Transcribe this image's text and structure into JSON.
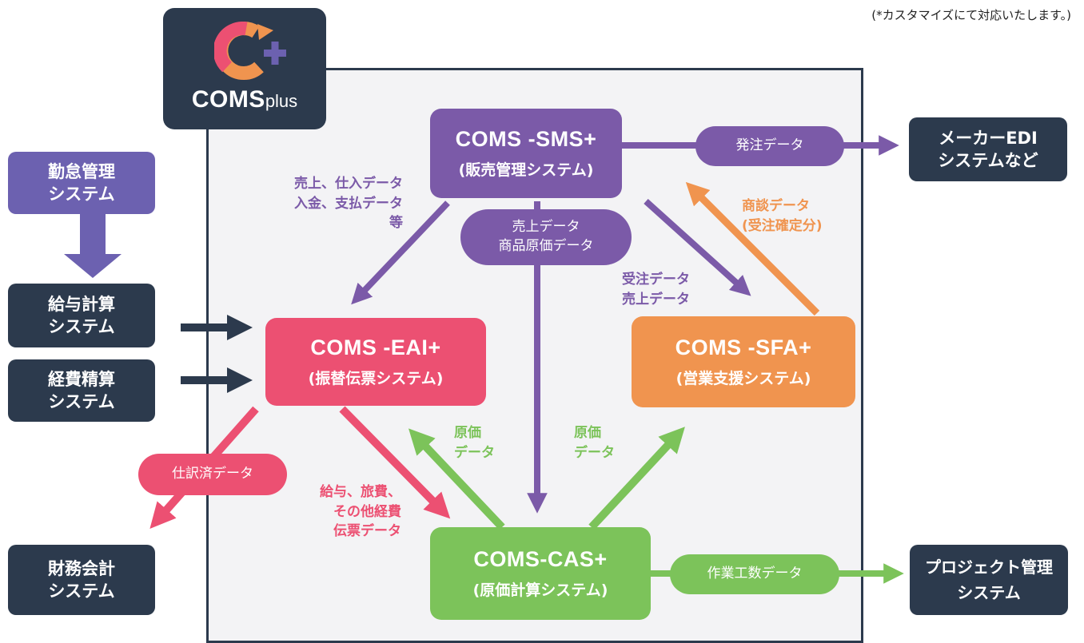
{
  "note": "(*カスタマイズにて対応いたします。)",
  "logo": {
    "main": "COMS",
    "suffix": "plus"
  },
  "colors": {
    "dark": "#2c3a4d",
    "purple": "#7b5aa8",
    "pink": "#ec5072",
    "orange": "#f0944f",
    "green": "#7cc35a",
    "blue_purple": "#6c61b0",
    "frame_bg": "#f3f3f5"
  },
  "external": {
    "attendance": [
      "勤怠管理",
      "システム"
    ],
    "payroll": [
      "給与計算",
      "システム"
    ],
    "expense": [
      "経費精算",
      "システム"
    ],
    "accounting": [
      "財務会計",
      "システム"
    ],
    "maker_edi": [
      "メーカーEDI",
      "システムなど"
    ],
    "project": [
      "プロジェクト管理",
      "システム"
    ]
  },
  "systems": {
    "sms": {
      "title": "COMS -SMS+",
      "subtitle": "(販売管理システム)"
    },
    "eai": {
      "title": "COMS -EAI+",
      "subtitle": "(振替伝票システム)"
    },
    "sfa": {
      "title": "COMS -SFA+",
      "subtitle": "(営業支援システム)"
    },
    "cas": {
      "title": "COMS-CAS+",
      "subtitle": "(原価計算システム)"
    }
  },
  "flows": {
    "order_data": "発注データ",
    "sales_cost": [
      "売上データ",
      "商品原価データ"
    ],
    "journal": "仕訳済データ",
    "work_hours": "作業工数データ",
    "sms_to_eai": [
      "売上、仕入データ",
      "入金、支払データ",
      "等"
    ],
    "sms_to_sfa": [
      "受注データ",
      "売上データ"
    ],
    "sfa_to_sms": [
      "商談データ",
      "(受注確定分)"
    ],
    "eai_to_cas": [
      "給与、旅費、",
      "その他経費",
      "伝票データ"
    ],
    "cost_left": [
      "原価",
      "データ"
    ],
    "cost_right": [
      "原価",
      "データ"
    ]
  }
}
